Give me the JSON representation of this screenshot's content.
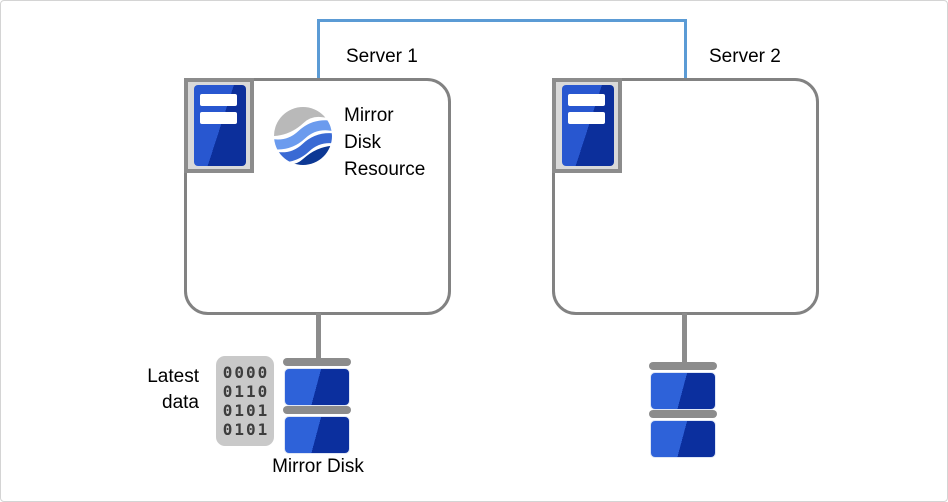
{
  "diagram": {
    "server1": {
      "label": "Server 1",
      "resource_label": "Mirror Disk Resource"
    },
    "server2": {
      "label": "Server 2"
    },
    "mirror_disk": {
      "caption": "Mirror Disk",
      "latest_data_label": "Latest data",
      "binary_rows": [
        "0000",
        "0110",
        "0101",
        "0101"
      ]
    },
    "icons": {
      "server_icon": "server-tower-icon",
      "resource_icon": "wave-globe-icon",
      "disk_icon": "disk-stack-icon",
      "data_icon": "binary-data-icon"
    },
    "colors": {
      "link_blue": "#5b9bd5",
      "box_border_gray": "#828282",
      "bar_gray": "#8c8c8c",
      "icon_frame_fill": "#d9d9d9",
      "disk_blue_light": "#2e62d9",
      "disk_blue_dark": "#0b2f9e",
      "tower_blue_light": "#2857d0",
      "tower_blue_dark": "#0c2f9b",
      "binary_bg": "#c9c9c9",
      "globe_gray": "#b9b9b9",
      "globe_blue_light": "#6b9bee",
      "globe_blue_mid": "#3a6ad4",
      "globe_blue_dark": "#0d3894"
    }
  }
}
